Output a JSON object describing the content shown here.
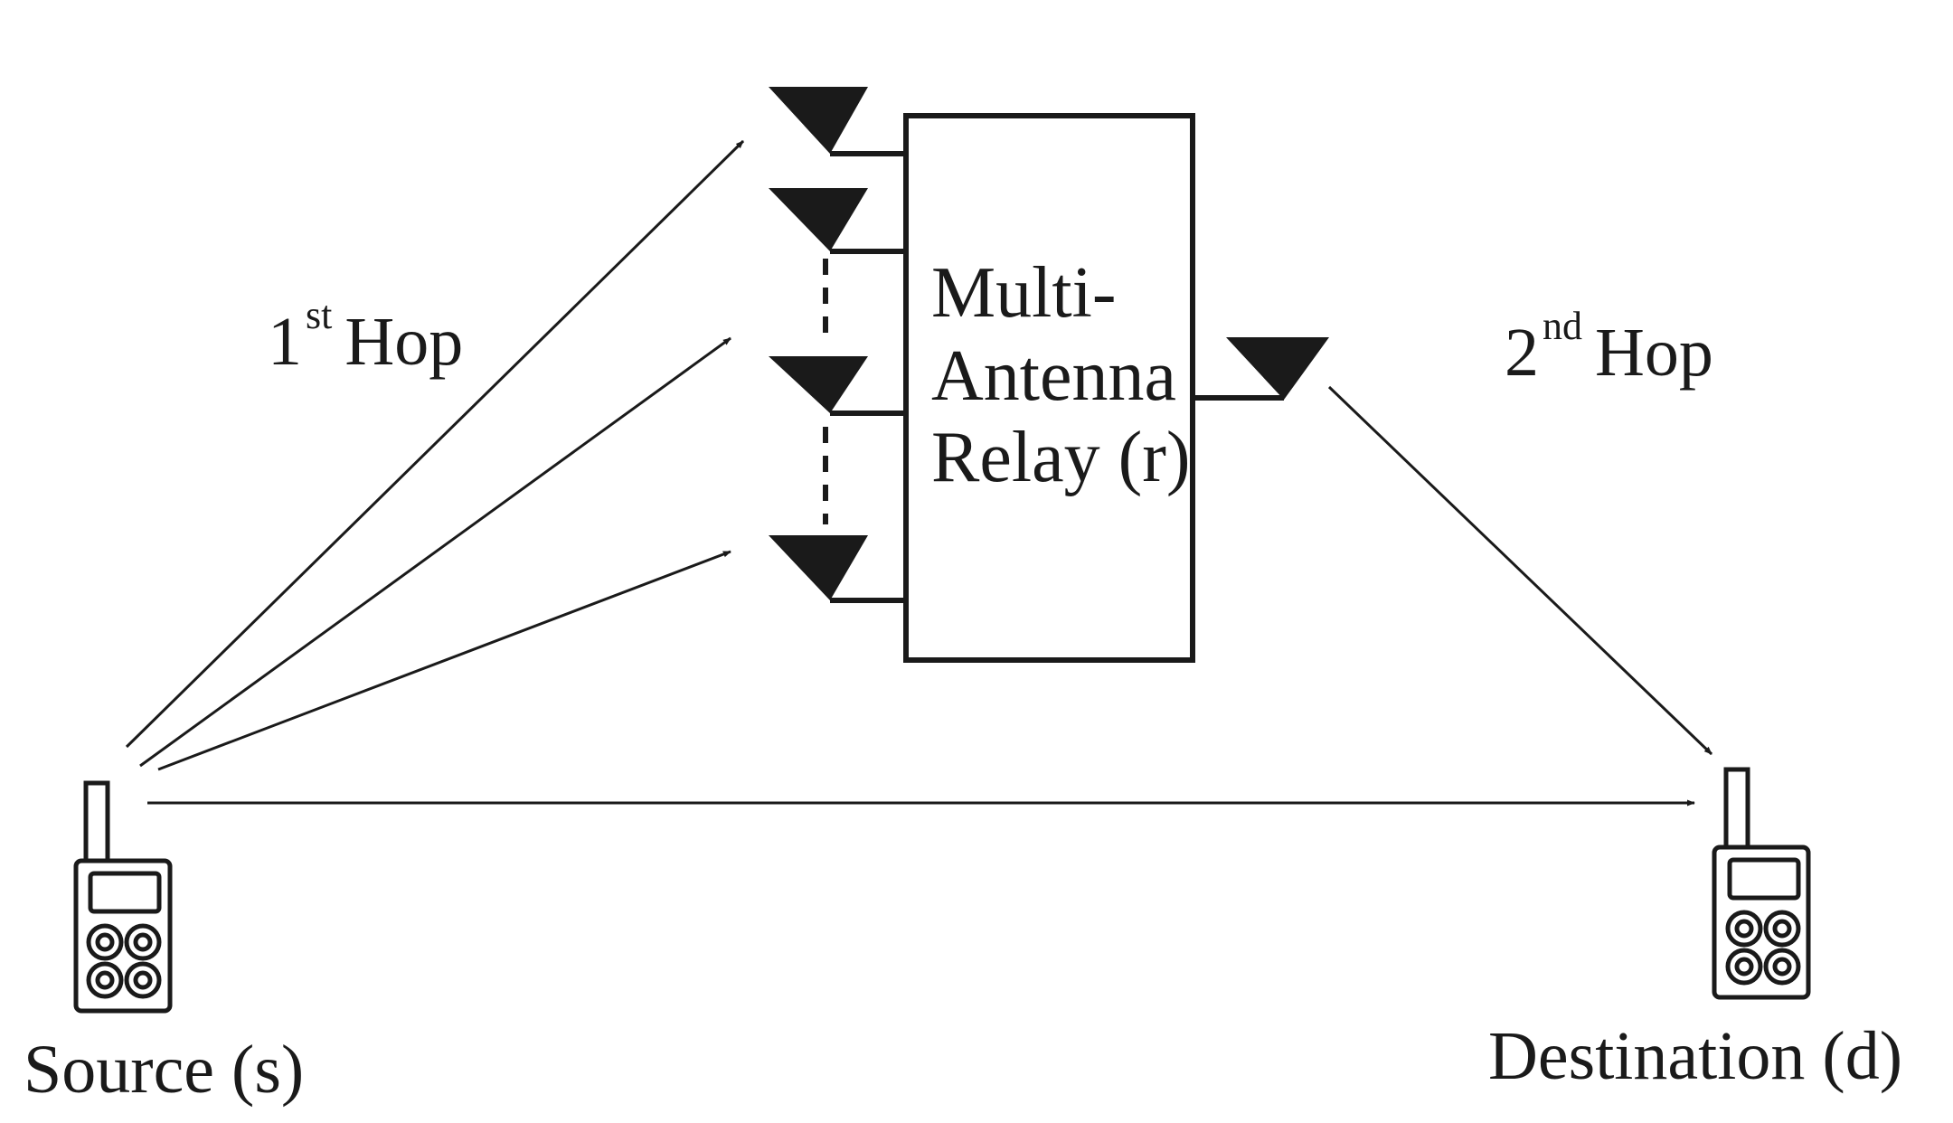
{
  "hop1": {
    "number": "1",
    "suffix": "st",
    "word": "Hop"
  },
  "hop2": {
    "number": "2",
    "suffix": "nd",
    "word": "Hop"
  },
  "relay": {
    "line1": "Multi-",
    "line2": "Antenna",
    "line3": "Relay (r)"
  },
  "source_label": "Source (s)",
  "destination_label": "Destination (d)",
  "colors": {
    "ink": "#1a1a1a",
    "background": "#ffffff"
  }
}
